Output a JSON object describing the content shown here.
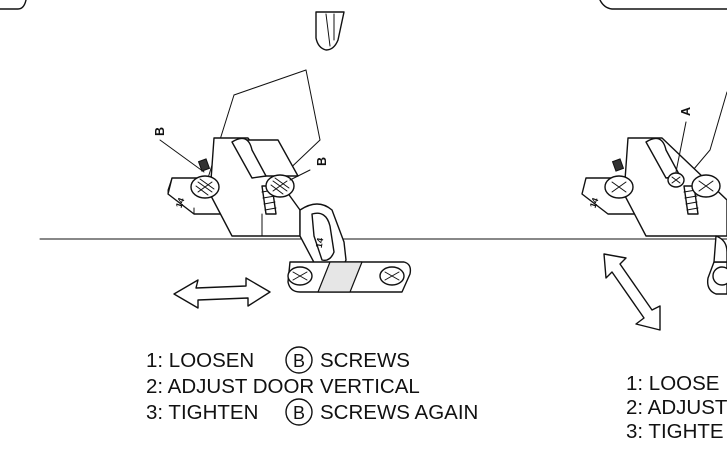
{
  "left_panel": {
    "callout_left": "B",
    "callout_right": "B",
    "plate_stamp": "14",
    "cup_stamp": "14",
    "steps": [
      {
        "prefix": "1: LOOSEN",
        "circled": "B",
        "suffix": "SCREWS"
      },
      {
        "prefix": "2: ADJUST DOOR VERTICAL",
        "circled": "",
        "suffix": ""
      },
      {
        "prefix": "3: TIGHTEN",
        "circled": "B",
        "suffix": "SCREWS AGAIN"
      }
    ]
  },
  "right_panel": {
    "callout": "A",
    "plate_stamp": "14",
    "steps": [
      "1: LOOSE",
      "2: ADJUST",
      "3: TIGHTE"
    ]
  }
}
